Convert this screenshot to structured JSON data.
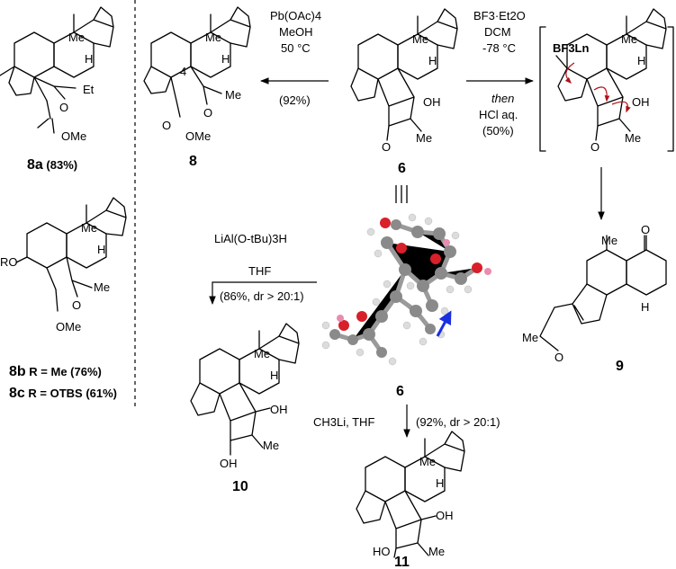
{
  "compounds": {
    "c8a": {
      "label": "8a",
      "yield": " (83%)",
      "atoms": [
        "Me",
        "H",
        "Et",
        "O",
        "OMe"
      ]
    },
    "c8": {
      "label": "8",
      "atoms": [
        "Me",
        "H",
        "4",
        "O",
        "Me",
        "O",
        "OMe"
      ]
    },
    "c6top": {
      "label": "6",
      "atoms": [
        "Me",
        "H",
        "OH",
        "Me",
        "O"
      ]
    },
    "c8b": {
      "label": "8b",
      "r_text": " R = Me (76%)",
      "atoms": [
        "Me",
        "H",
        "RO",
        "O",
        "Me",
        "OMe"
      ]
    },
    "c8c": {
      "label": "8c",
      "r_text": " R = OTBS (61%)"
    },
    "c6model": {
      "label": "6"
    },
    "c10": {
      "label": "10",
      "atoms": [
        "Me",
        "H",
        "OH",
        "Me",
        "OH"
      ]
    },
    "c11": {
      "label": "11",
      "atoms": [
        "Me",
        "H",
        "OH",
        "Me",
        "HO"
      ]
    },
    "c9": {
      "label": "9",
      "atoms": [
        "Me",
        "O",
        "H",
        "Me",
        "O"
      ]
    },
    "c9int": {
      "atoms": [
        "BF3Ln",
        "Me",
        "H",
        "OH",
        "Me",
        "O"
      ]
    }
  },
  "reagents": {
    "to8": {
      "line1": "Pb(OAc)4",
      "line2": "MeOH",
      "line3": "50 °C",
      "yield": "(92%)"
    },
    "toInt": {
      "line1": "BF3·Et2O",
      "line2": "DCM",
      "line3": "-78 °C",
      "line4": "then",
      "line5": "HCl aq.",
      "yield": "(50%)"
    },
    "to10": {
      "line1": "LiAl(O-tBu)3H",
      "line2": "THF",
      "line3": "(86%, dr > 20:1)"
    },
    "to11": {
      "left": "CH3Li, THF",
      "right": "(92%, dr > 20:1)"
    }
  },
  "colors": {
    "oxygen": "#d8202a",
    "carbon": "#8a8a8a",
    "hydrogen": "#e6e6e6",
    "pinkH": "#e88cb0",
    "arrow_blue": "#1a2fe0"
  }
}
